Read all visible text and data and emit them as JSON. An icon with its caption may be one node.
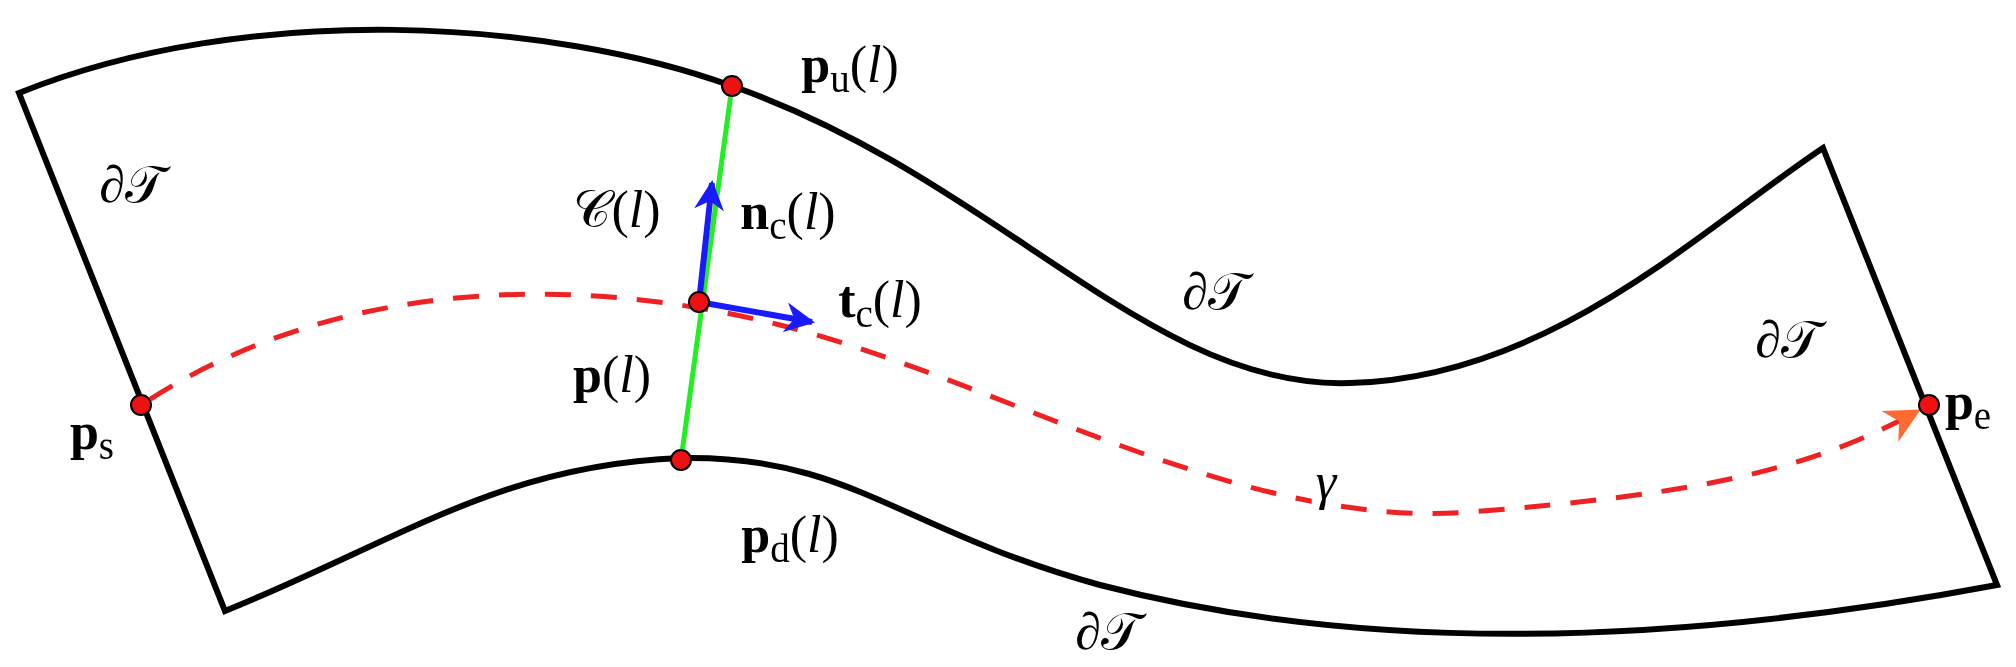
{
  "diagram": {
    "nodes": [
      {
        "text": [],
        "shape": "circle",
        "beside": [
          "**p**$_{s}$"
        ]
      },
      {
        "text": [],
        "shape": "circle",
        "beside": [
          "**p**$_{u}$(*l*)"
        ]
      },
      {
        "text": [],
        "shape": "circle",
        "beside": [
          "**p**(*l*)"
        ]
      },
      {
        "text": [],
        "shape": "circle",
        "beside": [
          "**p**$_{d}$(*l*)"
        ]
      },
      {
        "text": [],
        "shape": "circle",
        "beside": [
          "**p**$_{e}$"
        ]
      }
    ],
    "edges": [
      {
        "from": 3,
        "to": 1,
        "arrow": "none",
        "color": "#22ee22"
      },
      {
        "from": 0,
        "to": 4,
        "arrow": "to",
        "style": "dashed",
        "color": "#ee2222",
        "label": "γ"
      }
    ],
    "labels": [
      "∂𝒯",
      "𝒞(*l*)",
      "**n**$_{c}$(*l*)",
      "**t**$_{c}$(*l*)",
      "∂𝒯",
      "∂𝒯",
      "∂𝒯"
    ]
  }
}
